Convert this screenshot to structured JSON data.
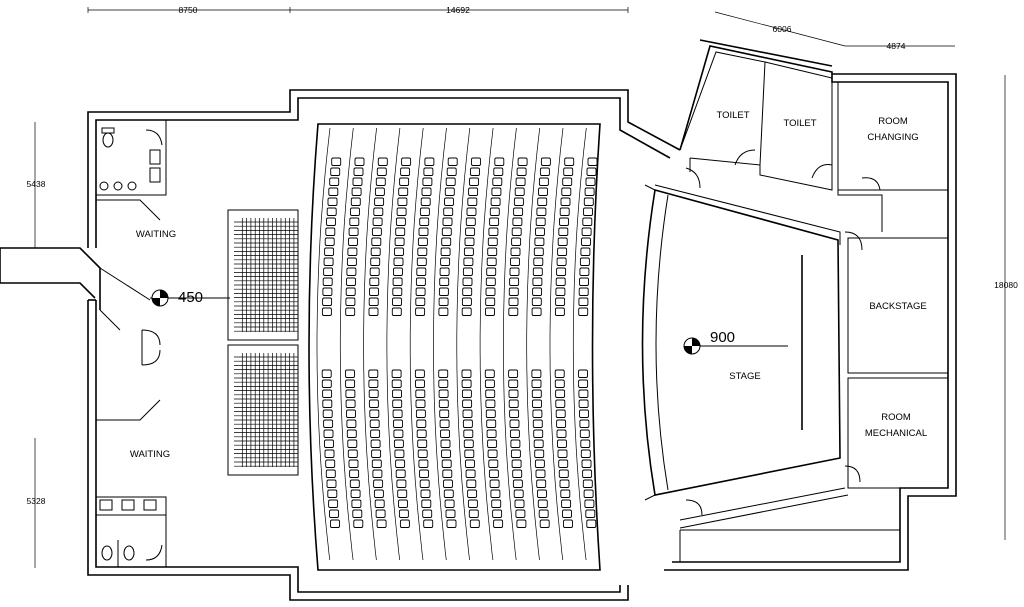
{
  "rooms": {
    "toilet_1": "TOILET",
    "toilet_2": "TOILET",
    "changing_line1": "ROOM",
    "changing_line2": "CHANGING",
    "backstage": "BACKSTAGE",
    "stage": "STAGE",
    "mechanical_line1": "ROOM",
    "mechanical_line2": "MECHANICAL",
    "waiting_top": "WAITING",
    "waiting_bottom": "WAITING"
  },
  "levels": {
    "lobby": "450",
    "stage": "900"
  },
  "dimensions": {
    "top_left": "8750",
    "top_mid": "14692",
    "top_right_a": "6006",
    "top_right_b": "4874",
    "left_top": "5438",
    "left_bottom": "5328",
    "right": "18080"
  },
  "seating": {
    "columns": 12,
    "upper_rows": 16,
    "lower_rows": 16
  }
}
